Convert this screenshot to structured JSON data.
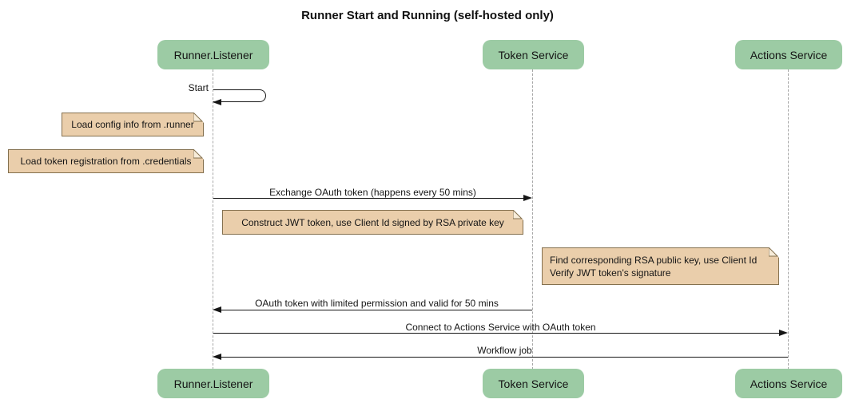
{
  "diagram": {
    "type": "sequence-diagram",
    "title": "Runner Start and Running (self-hosted only)"
  },
  "participants": [
    {
      "name": "Runner.Listener"
    },
    {
      "name": "Token Service"
    },
    {
      "name": "Actions Service"
    }
  ],
  "messages": [
    {
      "label": "Start",
      "from": "Runner.Listener",
      "to": "Runner.Listener",
      "kind": "self-message"
    },
    {
      "label": "Exchange OAuth token (happens every 50 mins)",
      "from": "Runner.Listener",
      "to": "Token Service",
      "kind": "solid-arrow"
    },
    {
      "label": "OAuth token with limited permission and valid for 50 mins",
      "from": "Token Service",
      "to": "Runner.Listener",
      "kind": "solid-arrow"
    },
    {
      "label": "Connect to Actions Service with OAuth token",
      "from": "Runner.Listener",
      "to": "Actions Service",
      "kind": "solid-arrow"
    },
    {
      "label": "Workflow job",
      "from": "Actions Service",
      "to": "Runner.Listener",
      "kind": "solid-arrow"
    }
  ],
  "notes": [
    {
      "text": "Load config info from .runner",
      "position": "left of Runner.Listener"
    },
    {
      "text": "Load token registration from .credentials",
      "position": "left of Runner.Listener"
    },
    {
      "text": "Construct JWT token, use Client Id signed by RSA private key",
      "position": "over Runner.Listener to Token Service"
    },
    {
      "line1": "Find corresponding RSA public key, use Client Id",
      "line2": "Verify JWT token's signature",
      "position": "left of Actions Service"
    }
  ],
  "colors": {
    "participant_fill": "#9ccba4",
    "note_fill": "#eaceab",
    "note_border": "#84704e",
    "lifeline": "#a6a6a6",
    "line": "#161616",
    "text": "#151515"
  }
}
